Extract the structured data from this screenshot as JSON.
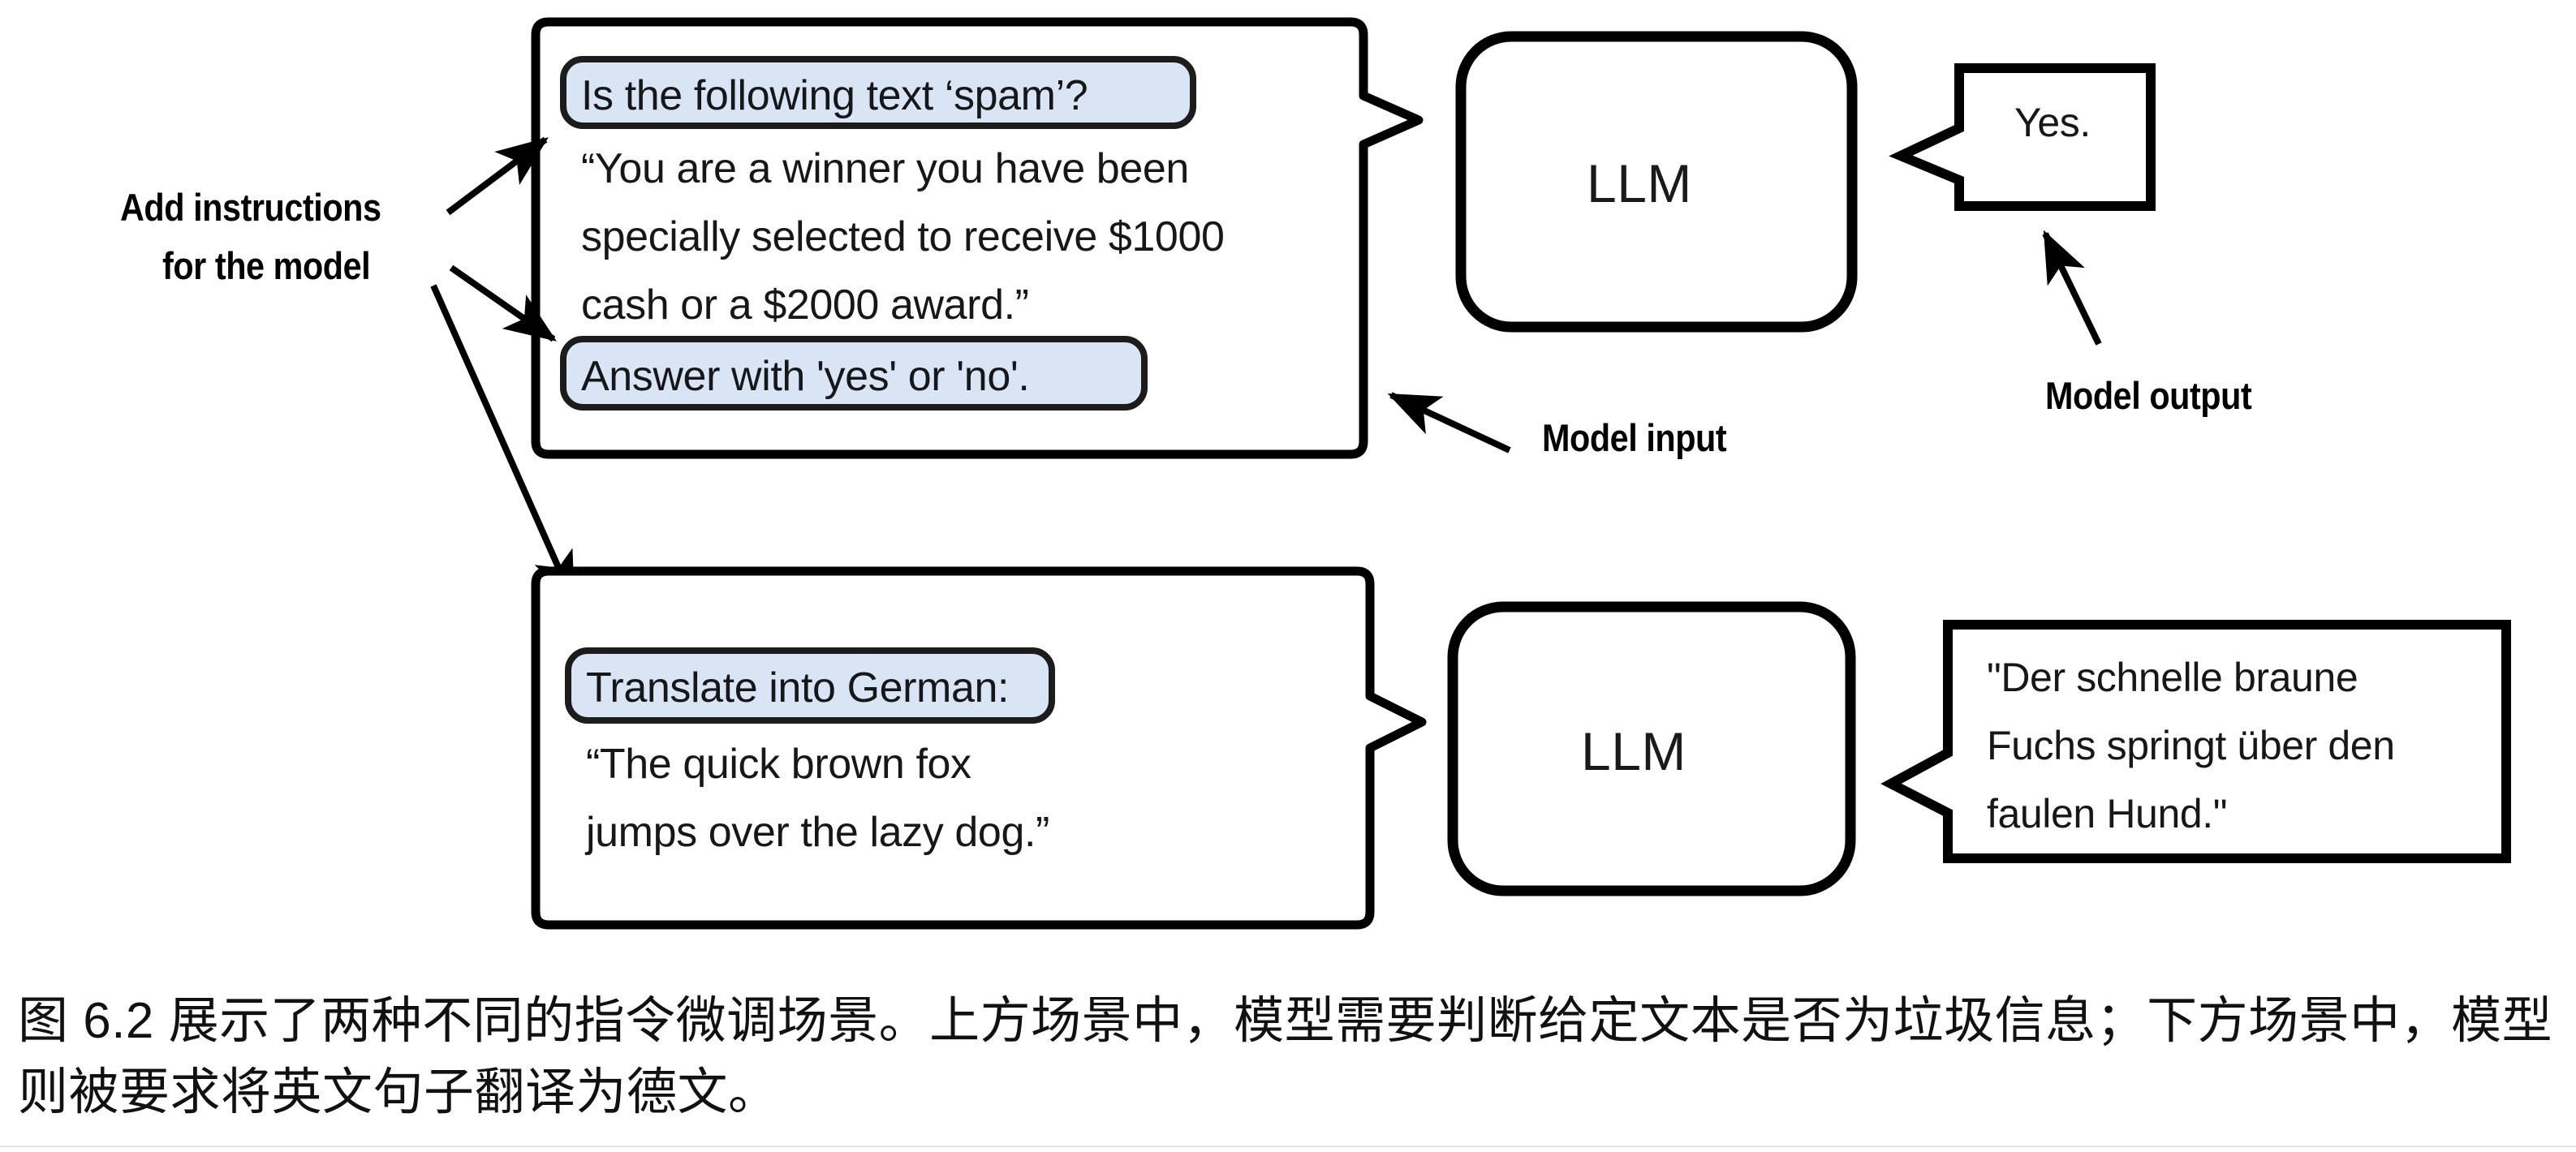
{
  "figure": {
    "scenario_top": {
      "input_box": {
        "instruction_1": "Is the following text ‘spam’?",
        "body_lines": [
          "“You are a winner you have been",
          "specially selected to receive $1000",
          "cash or a $2000 award.”"
        ],
        "instruction_2": "Answer with 'yes' or 'no'."
      },
      "model_label": "LLM",
      "output_box": {
        "lines": [
          "Yes."
        ]
      }
    },
    "scenario_bottom": {
      "input_box": {
        "instruction_1": "Translate into German:",
        "body_lines": [
          "“The quick brown fox",
          "jumps over the lazy dog.”"
        ]
      },
      "model_label": "LLM",
      "output_box": {
        "lines": [
          "\"Der schnelle braune",
          "Fuchs springt über den",
          "faulen Hund.\""
        ]
      }
    },
    "annotations": {
      "add_instructions_line1": "Add instructions",
      "add_instructions_line2": "for the model",
      "model_input": "Model input",
      "model_output": "Model output"
    },
    "colors": {
      "instruction_fill": "#d9e5f5",
      "instruction_border": "#1c1c1c",
      "box_border": "#000000",
      "text": "#15171a",
      "background": "#ffffff"
    }
  },
  "caption": {
    "text": "图 6.2 展示了两种不同的指令微调场景。上方场景中，模型需要判断给定文本是否为垃圾信息；下方场景中，模型则被要求将英文句子翻译为德文。"
  }
}
